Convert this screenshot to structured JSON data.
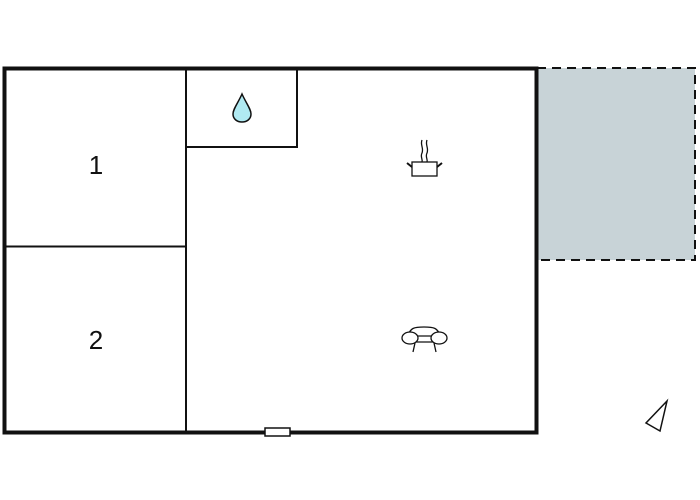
{
  "floorplan": {
    "rooms": [
      {
        "id": "bedroom-1",
        "label": "1"
      },
      {
        "id": "bedroom-2",
        "label": "2"
      }
    ],
    "icons": {
      "bathroom": "water-drop-icon",
      "kitchen": "cooking-pot-icon",
      "living": "armchair-icon",
      "compass": "north-arrow-icon"
    },
    "colors": {
      "wall": "#111111",
      "terrace_fill": "#c8d3d7",
      "water_drop": "#b0eaf2",
      "background": "#ffffff"
    }
  }
}
